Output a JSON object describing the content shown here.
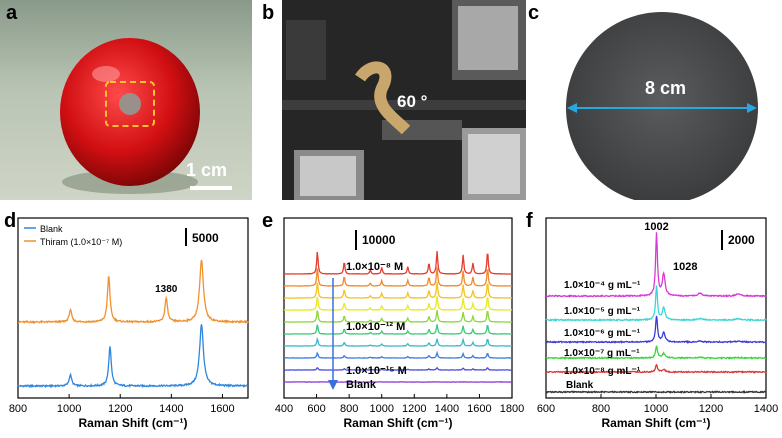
{
  "figure": {
    "panels": [
      {
        "id": "a",
        "letter": "a",
        "scale_label": "1 cm"
      },
      {
        "id": "b",
        "letter": "b",
        "angle_label": "60 °"
      },
      {
        "id": "c",
        "letter": "c",
        "diameter_label": "8 cm"
      },
      {
        "id": "d",
        "letter": "d"
      },
      {
        "id": "e",
        "letter": "e"
      },
      {
        "id": "f",
        "letter": "f"
      }
    ]
  },
  "chart_data": [
    {
      "panel": "d",
      "type": "line",
      "xlabel": "Raman Shift (cm⁻¹)",
      "ylabel": "",
      "xlim": [
        800,
        1700
      ],
      "xticks": [
        "800",
        "1000",
        "1200",
        "1400",
        "1600"
      ],
      "scale_bar": "5000",
      "legend": [
        {
          "label": "Blank",
          "color": "#2e86de"
        },
        {
          "label": "Thiram (1.0×10⁻⁷ M)",
          "color": "#f0912e"
        }
      ],
      "annotations": [
        "1380"
      ],
      "series": [
        {
          "name": "Blank",
          "color": "#2e86de",
          "peaks": [
            {
              "x": 1005,
              "h": 0.28
            },
            {
              "x": 1160,
              "h": 1.0
            },
            {
              "x": 1518,
              "h": 1.55
            }
          ]
        },
        {
          "name": "Thiram (1.0×10⁻⁷ M)",
          "color": "#f0912e",
          "peaks": [
            {
              "x": 1005,
              "h": 0.3
            },
            {
              "x": 1155,
              "h": 1.15
            },
            {
              "x": 1380,
              "h": 0.6
            },
            {
              "x": 1518,
              "h": 1.55
            }
          ]
        }
      ]
    },
    {
      "panel": "e",
      "type": "line",
      "xlabel": "Raman Shift (cm⁻¹)",
      "ylabel": "",
      "xlim": [
        400,
        1800
      ],
      "xticks": [
        "400",
        "600",
        "800",
        "1000",
        "1200",
        "1400",
        "1600",
        "1800"
      ],
      "scale_bar": "10000",
      "annotations": [
        "1.0×10⁻⁸ M",
        "1.0×10⁻¹² M",
        "1.0×10⁻¹⁵ M",
        "Blank"
      ],
      "series_colors": [
        "#e63b2e",
        "#f08a2a",
        "#f5c223",
        "#e8e824",
        "#8dd63a",
        "#3ac97a",
        "#3ab8c9",
        "#3a7de0",
        "#4a4ae0",
        "#8a3ad6"
      ],
      "peaks": [
        605,
        770,
        930,
        1000,
        1160,
        1290,
        1340,
        1500,
        1560,
        1650
      ]
    },
    {
      "panel": "f",
      "type": "line",
      "xlabel": "Raman Shift (cm⁻¹)",
      "ylabel": "",
      "xlim": [
        600,
        1400
      ],
      "xticks": [
        "600",
        "800",
        "1000",
        "1200",
        "1400"
      ],
      "scale_bar": "2000",
      "annotations": [
        "1002",
        "1028",
        "1.0×10⁻⁴ g mL⁻¹",
        "1.0×10⁻⁵ g mL⁻¹",
        "1.0×10⁻⁶ g mL⁻¹",
        "1.0×10⁻⁷ g mL⁻¹",
        "1.0×10⁻⁸ g mL⁻¹",
        "Blank"
      ],
      "series_colors": [
        "#d63ad6",
        "#3ad6d6",
        "#3a3ad6",
        "#3ad63a",
        "#d63a3a",
        "#333333"
      ]
    }
  ]
}
